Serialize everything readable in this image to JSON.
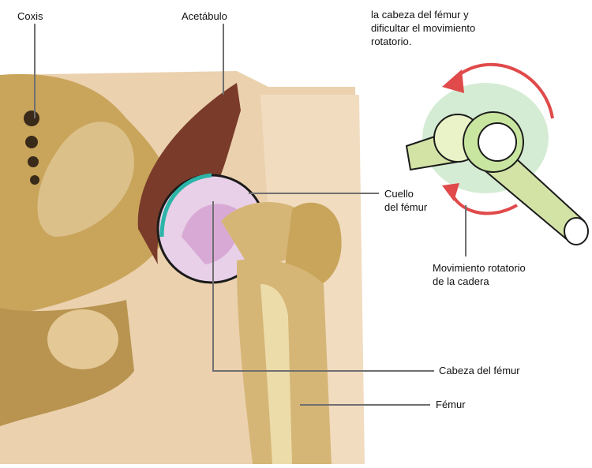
{
  "labels": {
    "coxis": "Coxis",
    "acetabulo": "Acetábulo",
    "cuello_femur_line1": "Cuello",
    "cuello_femur_line2": "del fémur",
    "movimiento_line1": "Movimiento rotatorio",
    "movimiento_line2": "de la cadera",
    "cabeza_femur": "Cabeza del fémur",
    "femur": "Fémur",
    "note_line1": "la cabeza del fémur y",
    "note_line2": "dificultar el movimiento",
    "note_line3": "rotatorio."
  },
  "colors": {
    "bone": "#c9a55b",
    "bone_light": "#e6c98a",
    "skin": "#e8c9a0",
    "cartilage": "#d9a9d6",
    "socket": "#7a3b2a",
    "rotation_arrow": "#e04a4a",
    "joint_model": "#c9e6a0",
    "leader_line": "#6f6f6f"
  }
}
